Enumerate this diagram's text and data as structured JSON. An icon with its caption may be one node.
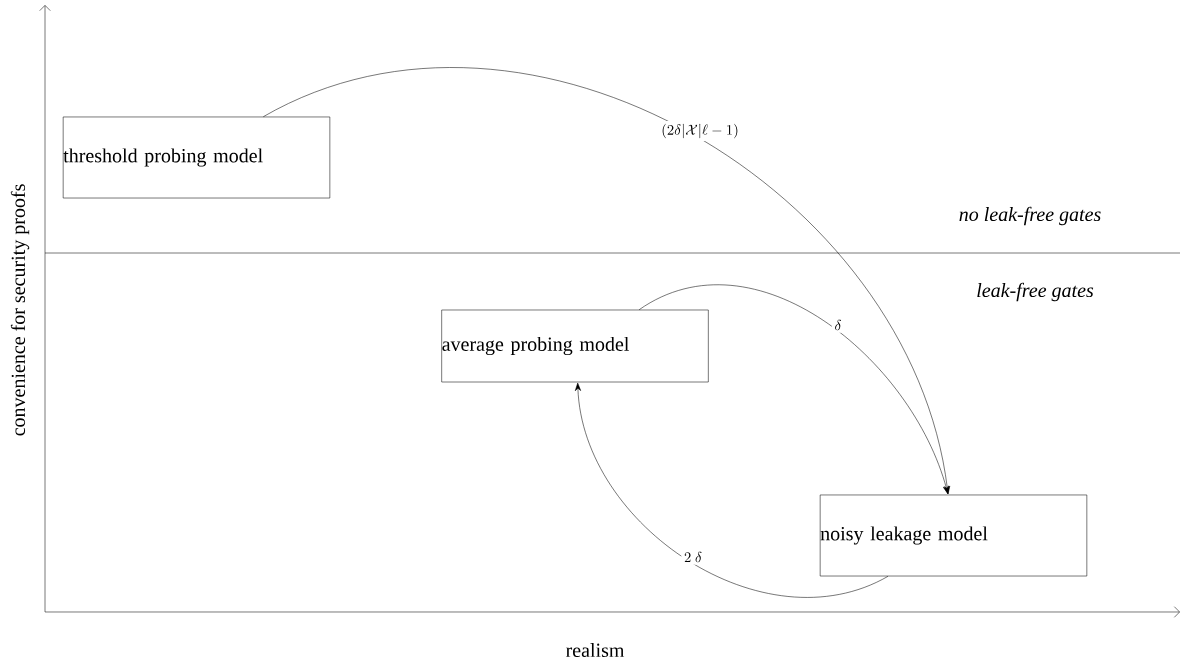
{
  "diagram": {
    "nodes": [
      {
        "text": [
          "threshold probing model"
        ]
      },
      {
        "text": [
          "average probing model"
        ]
      },
      {
        "text": [
          "noisy leakage model"
        ]
      }
    ],
    "edges": [
      {
        "from": 0,
        "to": 2,
        "arrow": "to",
        "label": "(2\\delta|\\mathcal{X}|\\ell-1)"
      },
      {
        "from": 1,
        "to": 2,
        "arrow": "to",
        "label": "\\delta"
      },
      {
        "from": 2,
        "to": 1,
        "arrow": "to",
        "label": "2\\ \\delta"
      }
    ],
    "labels": [
      "convenience for security proofs",
      "no leak-free gates",
      "leak-free gates",
      "realism"
    ]
  }
}
